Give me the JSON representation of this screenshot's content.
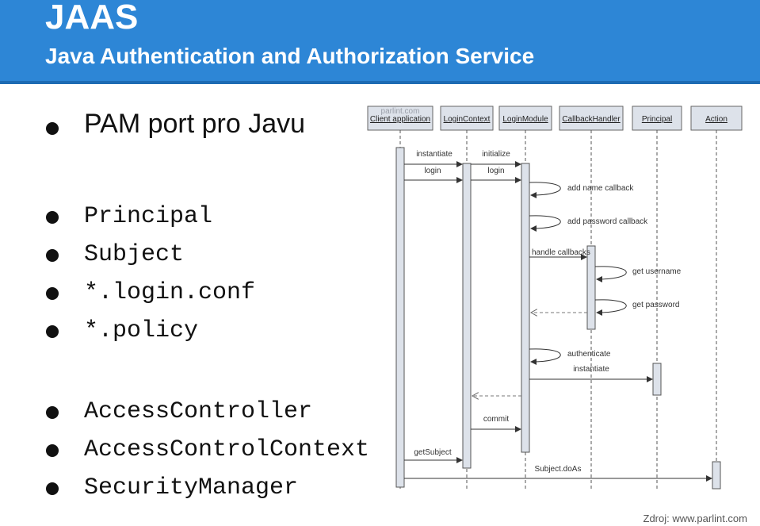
{
  "header": {
    "title": "JAAS",
    "subtitle": "Java Authentication and Authorization Service"
  },
  "bullets_group1": [
    "PAM port pro Javu"
  ],
  "bullets_group2": [
    "Principal",
    "Subject",
    "*.login.conf",
    "*.policy"
  ],
  "bullets_group3": [
    "AccessController",
    "AccessControlContext",
    "SecurityManager"
  ],
  "diagram": {
    "watermark": "parlint.com",
    "participants": [
      "Client application",
      "LoginContext",
      "LoginModule",
      "CallbackHandler",
      "Principal",
      "Action"
    ],
    "messages": [
      "instantiate",
      "initialize",
      "login",
      "login",
      "add name callback",
      "add password callback",
      "handle callbacks",
      "get username",
      "get password",
      "authenticate",
      "instantiate",
      "commit",
      "getSubject",
      "Subject.doAs"
    ]
  },
  "source": "Zdroj: www.parlint.com"
}
